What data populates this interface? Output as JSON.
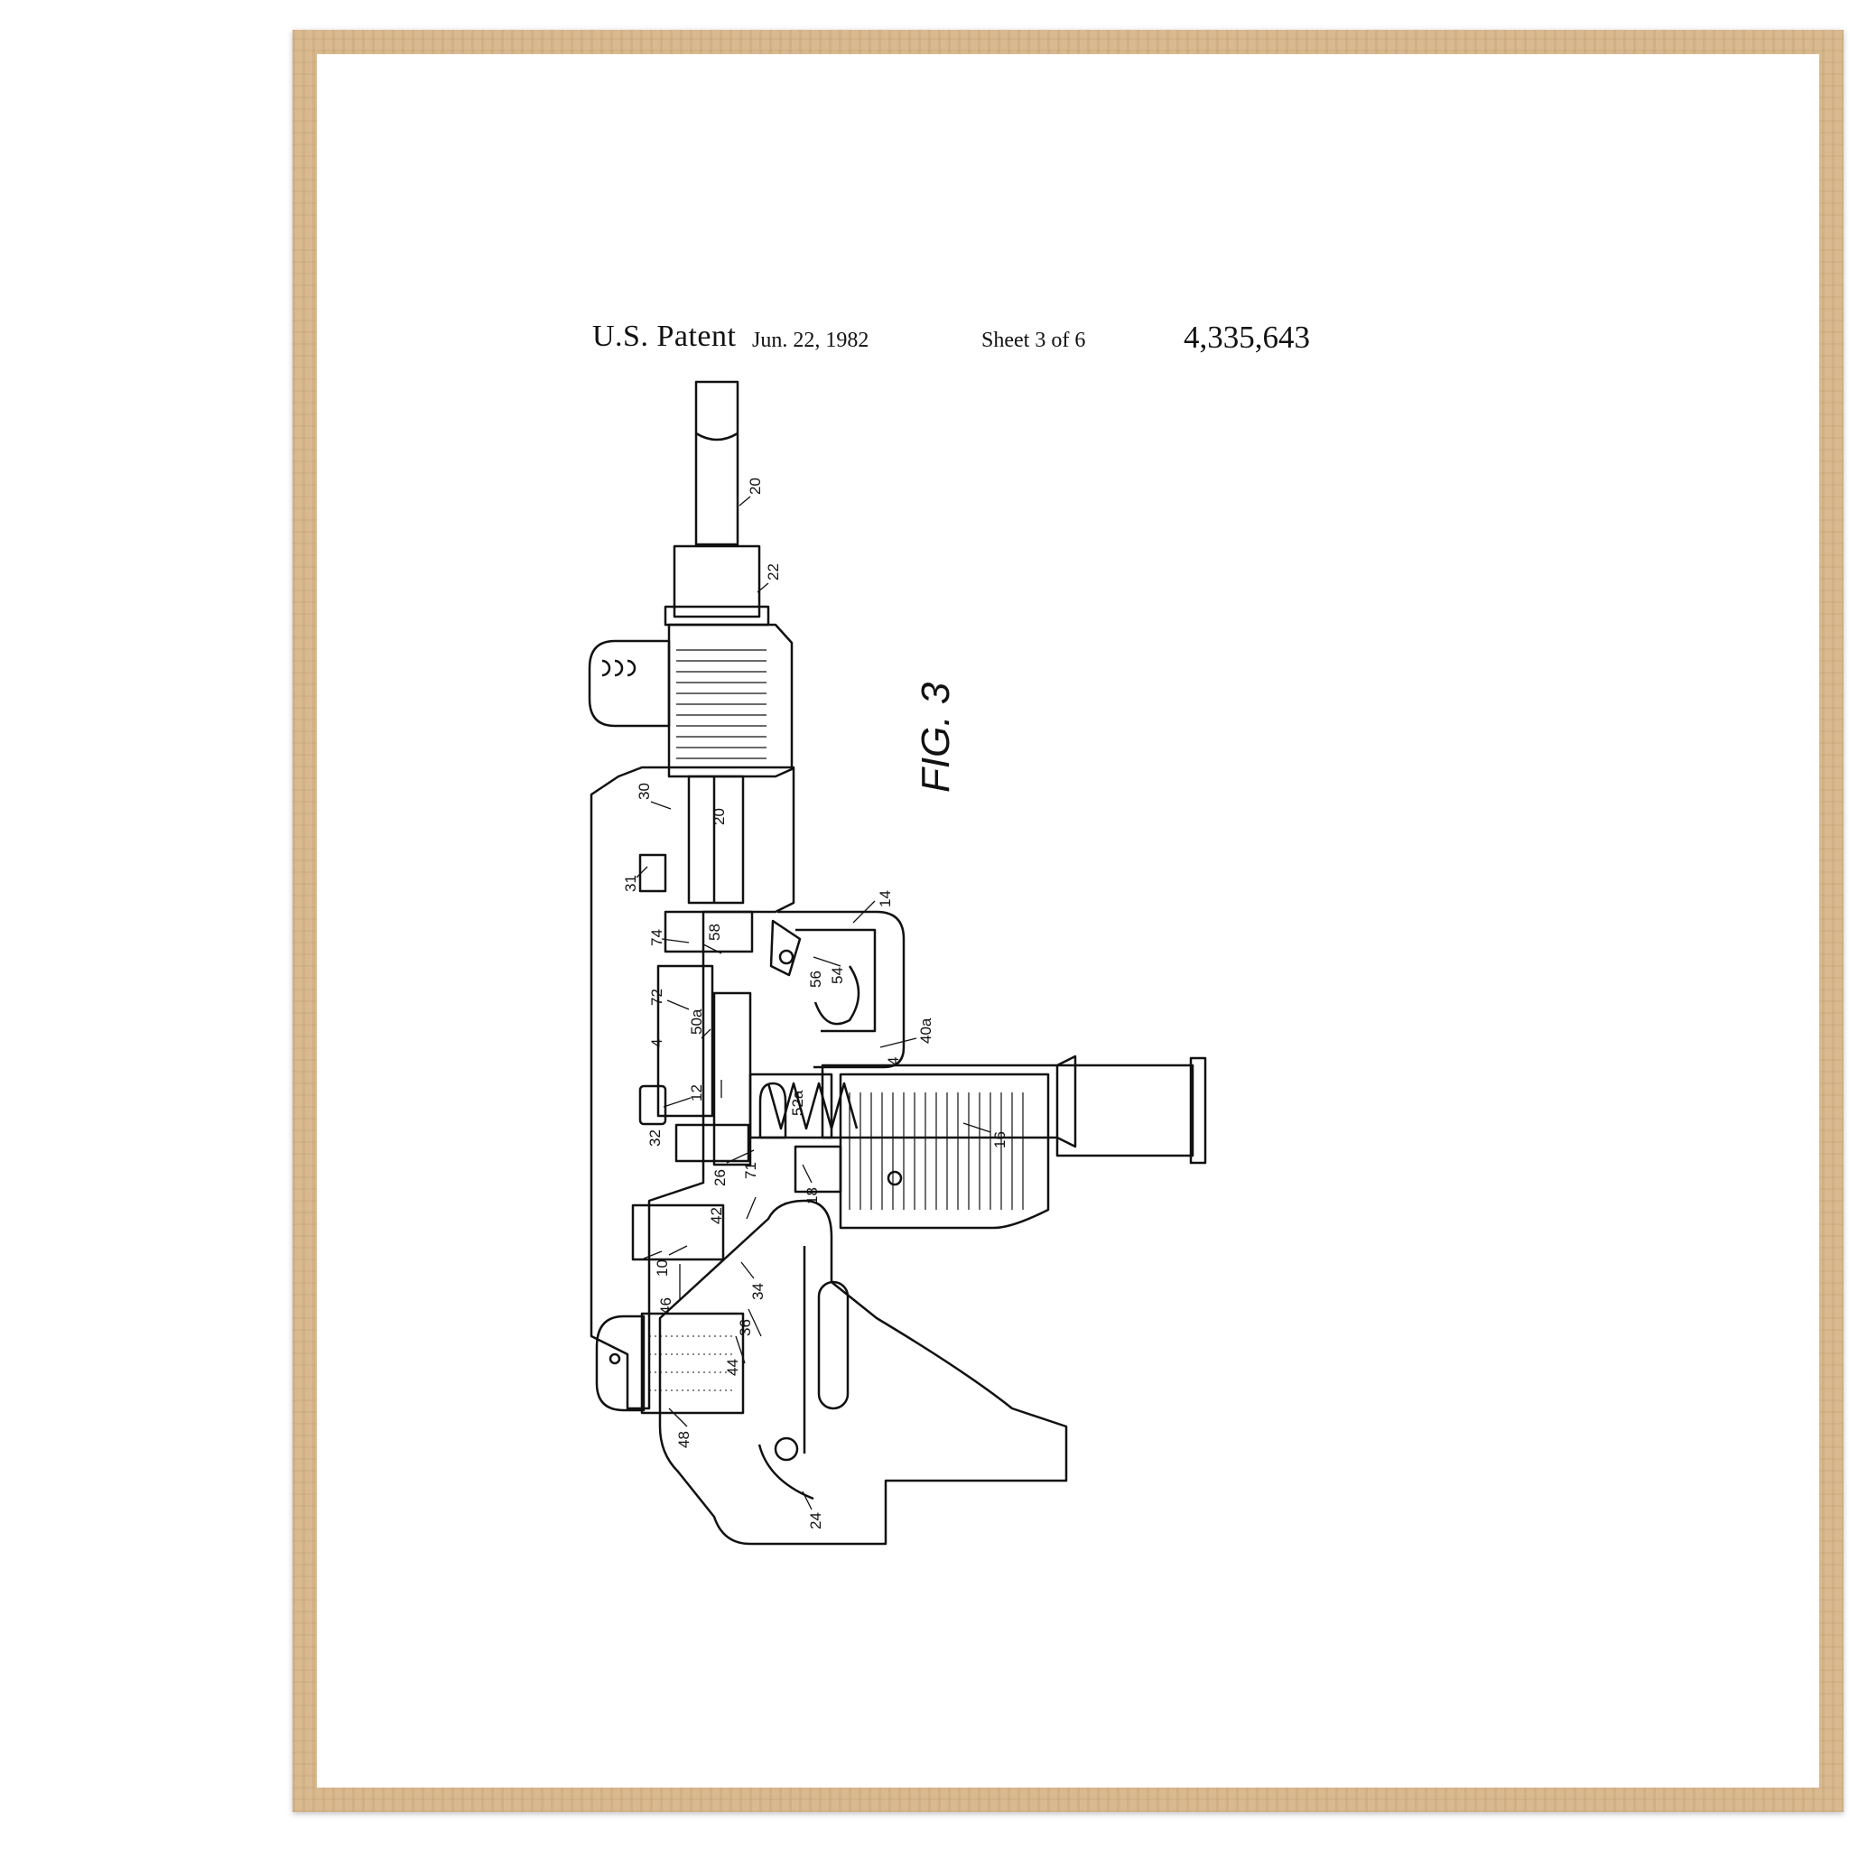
{
  "header": {
    "patent_label": "U.S. Patent",
    "date": "Jun. 22, 1982",
    "sheet": "Sheet 3 of 6",
    "patent_number": "4,335,643"
  },
  "figure": {
    "label": "FIG. 3",
    "reference_numerals": [
      "20",
      "22",
      "30",
      "20",
      "31",
      "74",
      "58",
      "14",
      "54",
      "56",
      "72",
      "50a",
      "40a",
      "12",
      "52a",
      "4",
      "4",
      "32",
      "16",
      "26",
      "71",
      "18",
      "42",
      "10",
      "34",
      "46",
      "36",
      "44",
      "48",
      "24"
    ]
  },
  "colors": {
    "frame": "#d9b98f",
    "ink": "#111111",
    "paper": "#ffffff"
  }
}
